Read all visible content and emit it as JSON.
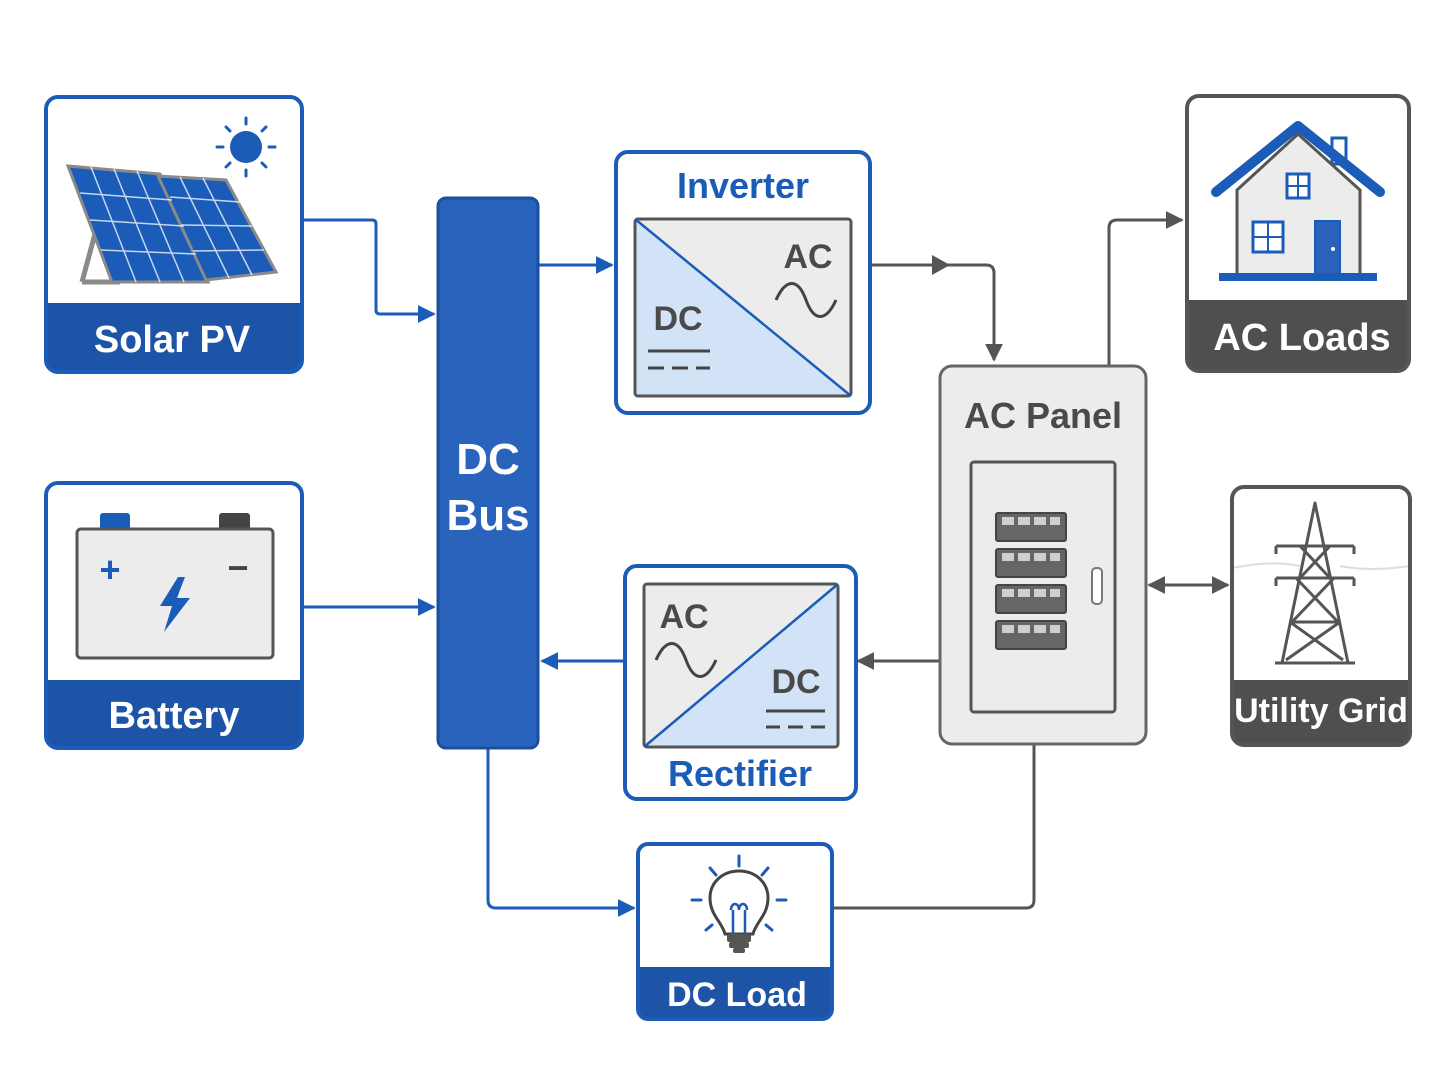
{
  "colors": {
    "blue": "#1a5cb8",
    "dark_blue": "#1d54a8",
    "light_blue": "#d3e3f7",
    "gray": "#555555",
    "dark_gray": "#4f4f4f",
    "light_gray": "#ececec"
  },
  "nodes": {
    "solar_pv": {
      "label": "Solar PV",
      "icon": "solar-panel-icon"
    },
    "battery": {
      "label": "Battery",
      "icon": "battery-icon",
      "plus": "+",
      "minus": "−"
    },
    "dc_bus": {
      "label_line1": "DC",
      "label_line2": "Bus"
    },
    "inverter": {
      "label": "Inverter",
      "in": "DC",
      "out": "AC"
    },
    "rectifier": {
      "label": "Rectifier",
      "in": "AC",
      "out": "DC"
    },
    "ac_panel": {
      "label": "AC Panel",
      "icon": "breaker-panel-icon"
    },
    "ac_loads": {
      "label": "AC Loads",
      "icon": "house-icon"
    },
    "utility_grid": {
      "label": "Utility Grid",
      "icon": "transmission-tower-icon"
    },
    "dc_load": {
      "label": "DC Load",
      "icon": "light-bulb-icon"
    }
  },
  "connections": [
    {
      "from": "Solar PV",
      "to": "DC Bus"
    },
    {
      "from": "Battery",
      "to": "DC Bus"
    },
    {
      "from": "DC Bus",
      "to": "Inverter"
    },
    {
      "from": "Inverter",
      "to": "AC Panel"
    },
    {
      "from": "AC Panel",
      "to": "AC Loads"
    },
    {
      "from": "AC Panel",
      "to": "Utility Grid",
      "bidirectional": true
    },
    {
      "from": "AC Panel",
      "to": "Rectifier"
    },
    {
      "from": "Rectifier",
      "to": "DC Bus"
    },
    {
      "from": "DC Bus",
      "to": "DC Load"
    },
    {
      "from": "DC Load",
      "to": "AC Panel"
    }
  ]
}
